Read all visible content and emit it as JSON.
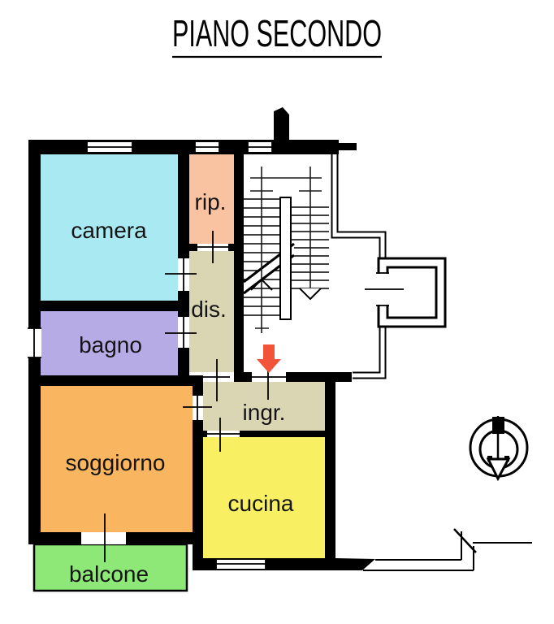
{
  "title": "PIANO SECONDO",
  "rooms": {
    "camera": {
      "label": "camera",
      "color": "#a9e9f2"
    },
    "rip": {
      "label": "rip.",
      "color": "#f9c2a0"
    },
    "dis": {
      "label": "dis.",
      "color": "#dad5b2"
    },
    "bagno": {
      "label": "bagno",
      "color": "#b6abe4"
    },
    "soggiorno": {
      "label": "soggiorno",
      "color": "#f9b55f"
    },
    "ingr": {
      "label": "ingr.",
      "color": "#dad5b2"
    },
    "cucina": {
      "label": "cucina",
      "color": "#f9ef63"
    },
    "balcone": {
      "label": "balcone",
      "color": "#8de878"
    }
  },
  "colors": {
    "wall": "#000000",
    "entrance_arrow": "#f2543a",
    "label_text": "#141414"
  },
  "icons": {
    "compass": "north-arrow-icon",
    "entrance": "entrance-arrow-icon",
    "section_cut": "section-cut-mark"
  }
}
